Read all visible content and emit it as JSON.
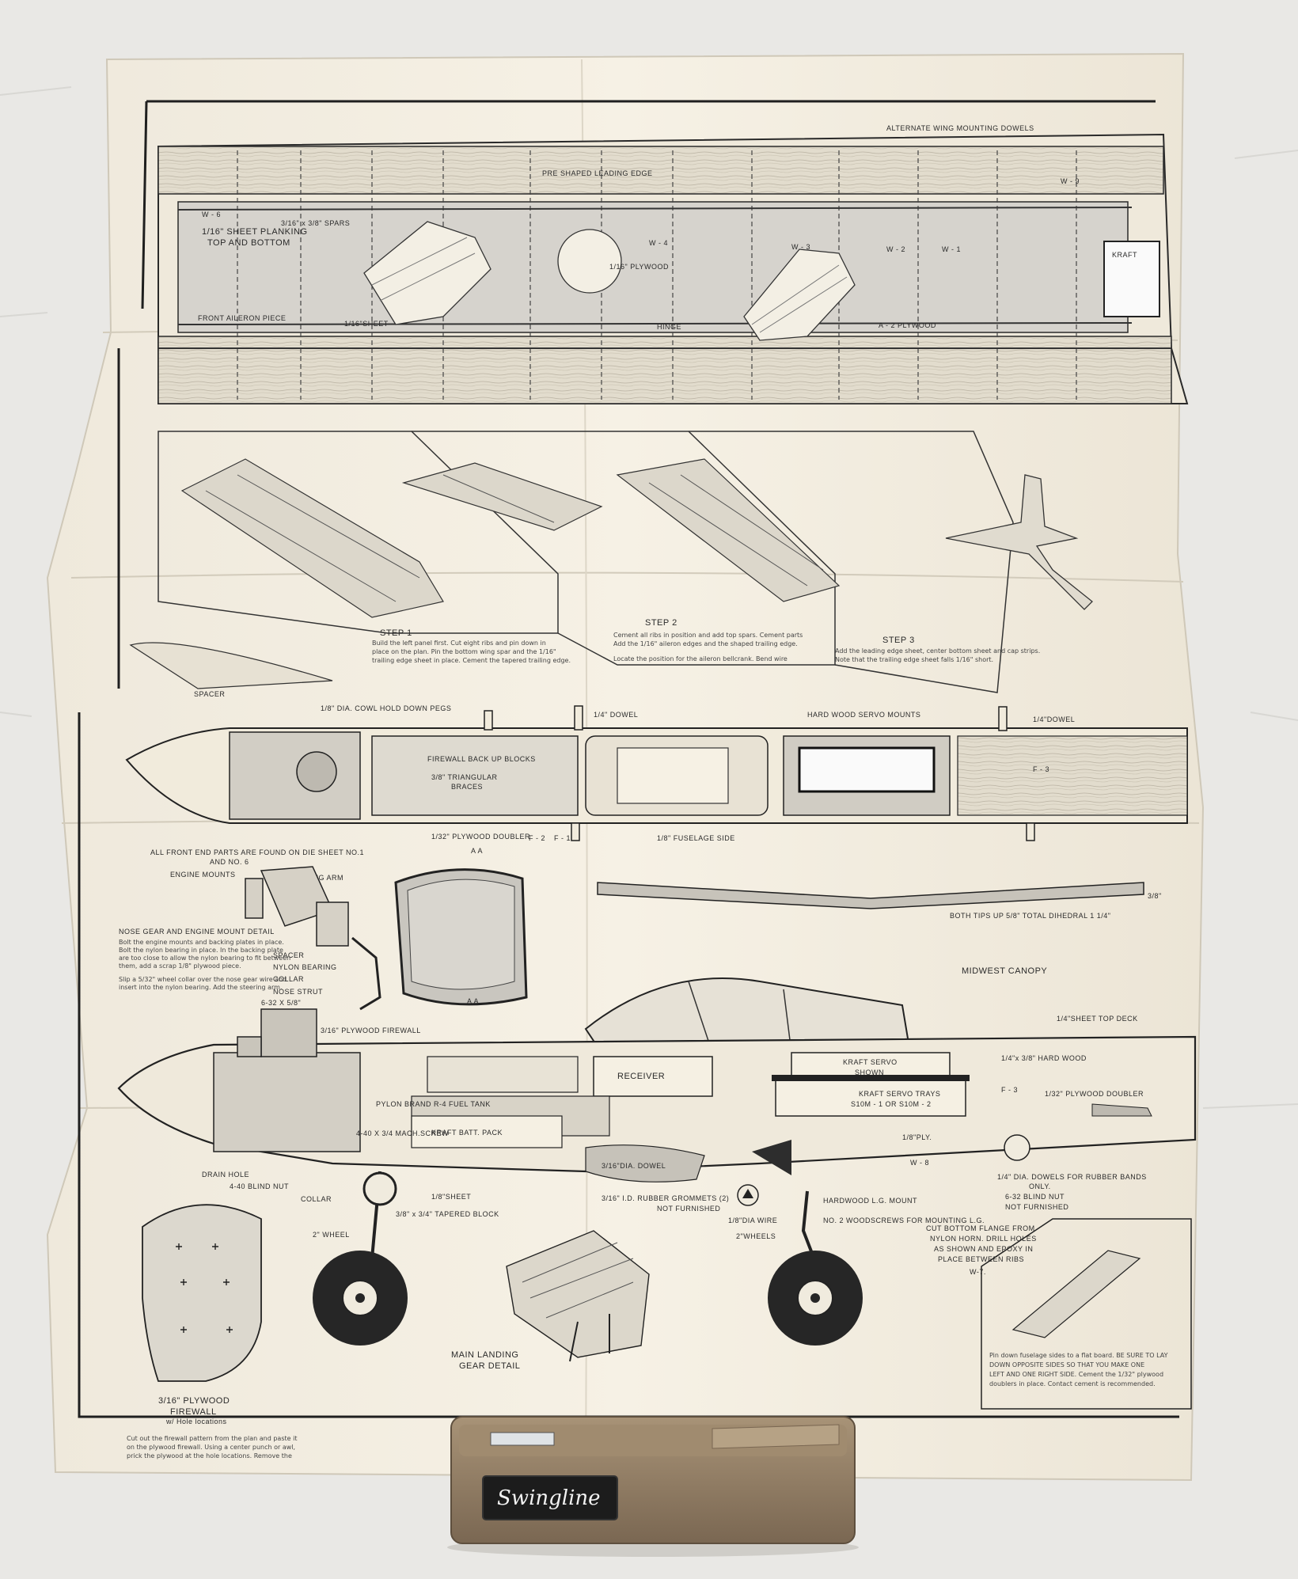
{
  "labels": {
    "alt_wing_dowels": "ALTERNATE WING MOUNTING DOWELS",
    "pre_shaped_le": "PRE SHAPED LEADING EDGE",
    "sheet_planking": "1/16\" SHEET PLANKING",
    "top_bottom": "TOP AND BOTTOM",
    "spars": "3/16\" x 3/8\" SPARS",
    "plywood_116": "1/16\" PLYWOOD",
    "front_aileron": "FRONT AILERON PIECE",
    "sheet_116": "1/16\"SHEET",
    "hinge": "HINGE",
    "a2_plywood": "A - 2 PLYWOOD",
    "kraft": "KRAFT",
    "w6": "W - 6",
    "w4": "W - 4",
    "w3": "W - 3",
    "w2": "W - 2",
    "w1": "W - 1",
    "w9": "W - 9",
    "step1": "STEP 1",
    "step2": "STEP 2",
    "step3": "STEP 3",
    "spacer": "SPACER",
    "cowl_pegs": "1/8\" DIA. COWL HOLD DOWN PEGS",
    "dowel_14": "1/4\" DOWEL",
    "hardwood_servo": "HARD WOOD SERVO MOUNTS",
    "dowel_14b": "1/4\"DOWEL",
    "firewall_blocks": "FIREWALL BACK UP BLOCKS",
    "tri_braces": "3/8\" TRIANGULAR",
    "braces": "BRACES",
    "ply_doubler_132": "1/32\" PLYWOOD DOUBLER",
    "fuse_side": "1/8\" FUSELAGE SIDE",
    "f2": "F - 2",
    "f1": "F - 1",
    "f3": "F - 3",
    "front_end_parts": "ALL FRONT END PARTS ARE FOUND ON DIE SHEET NO.1",
    "and_no6": "AND NO. 6",
    "engine_mounts": "ENGINE MOUNTS",
    "steering_arm": "STEERING ARM",
    "nose_gear_title": "NOSE GEAR AND ENGINE MOUNT DETAIL",
    "nylon_bearing": "NYLON BEARING",
    "collar": "COLLAR",
    "nose_strut": "NOSE STRUT",
    "aa": "A  A",
    "dihedral_3_8": "3/8\"",
    "dihedral_note": "BOTH TIPS UP 5/8\"  TOTAL DIHEDRAL 1 1/4\"",
    "midwest_canopy": "MIDWEST CANOPY",
    "top_deck": "1/4\"SHEET TOP DECK",
    "screw_632": "6-32 X 5/8\"",
    "ply_firewall_316": "3/16\" PLYWOOD FIREWALL",
    "receiver": "RECEIVER",
    "kraft_servo": "KRAFT SERVO",
    "shown": "SHOWN",
    "kraft_trays": "KRAFT SERVO TRAYS",
    "trays_model": "S10M - 1  OR S10M - 2",
    "hard_wood": "1/4\"x 3/8\" HARD WOOD",
    "fuel_tank": "PYLON BRAND R-4 FUEL TANK",
    "mach_screw": "4-40 X 3/4 MACH.SCREW",
    "batt_pack": "KRAFT BATT. PACK",
    "ply_18": "1/8\"PLY.",
    "dowel_316": "3/16\"DIA. DOWEL",
    "w8": "W - 8",
    "rubber_dowels": "1/4\" DIA. DOWELS FOR RUBBER BANDS",
    "only": "ONLY.",
    "drain_hole": "DRAIN HOLE",
    "blind_nut": "4-40 BLIND NUT",
    "collar2": "COLLAR",
    "sheet_18": "1/8\"SHEET",
    "tapered_block": "3/8\" x 3/4\" TAPERED BLOCK",
    "grommets": "3/16\" I.D. RUBBER GROMMETS (2)",
    "not_furnished": "NOT FURNISHED",
    "hardwood_lg": "HARDWOOD L.G. MOUNT",
    "woodscrews": "NO. 2 WOODSCREWS FOR MOUNTING L.G.",
    "blind_nut_632": "6-32 BLIND NUT",
    "not_furnished2": "NOT FURNISHED",
    "dia_wire": "1/8\"DIA WIRE",
    "wheel_2": "2\" WHEEL",
    "wheels_2": "2\"WHEELS",
    "cut_flange_1": "CUT BOTTOM FLANGE FROM",
    "cut_flange_2": "NYLON HORN. DRILL HOLES",
    "cut_flange_3": "AS SHOWN AND EPOXY IN",
    "cut_flange_4": "PLACE BETWEEN RIBS",
    "w7": "W-7.",
    "firewall_caption_1": "3/16\" PLYWOOD",
    "firewall_caption_2": "FIREWALL",
    "firewall_caption_3": "w/ Hole locations",
    "main_gear_1": "MAIN LANDING",
    "main_gear_2": "GEAR DETAIL",
    "brand": "Swingline"
  },
  "colors": {
    "paper": "#f4efe2",
    "ink": "#2a2a2a",
    "wood": "#d9d3c4",
    "shade": "#c7c4be",
    "background": "#ecebe8",
    "stapler_body": "#8a7760",
    "stapler_light": "#a89377"
  }
}
